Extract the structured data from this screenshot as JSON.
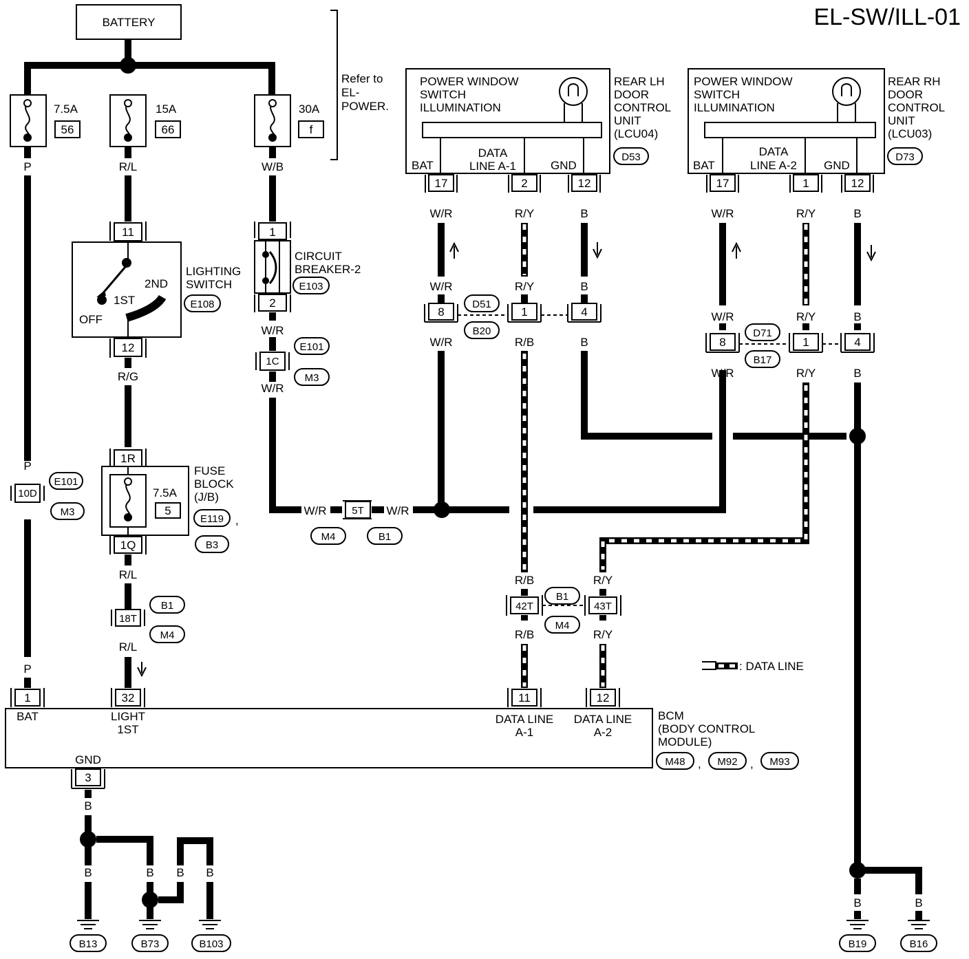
{
  "diagram_id": "EL-SW/ILL-01",
  "battery": "BATTERY",
  "refer_note": [
    "Refer to",
    "EL-",
    "POWER."
  ],
  "fuses": [
    {
      "amp": "7.5A",
      "no": "56",
      "wire": "P"
    },
    {
      "amp": "15A",
      "no": "66",
      "wire": "R/L"
    },
    {
      "amp": "30A",
      "no": "f",
      "wire": "W/B"
    }
  ],
  "lighting_switch": {
    "name": [
      "LIGHTING",
      "SWITCH"
    ],
    "connector": "E108",
    "pin_in": "11",
    "pin_out": "12",
    "pos_off": "OFF",
    "pos_1st": "1ST",
    "pos_2nd": "2ND",
    "wire_out": "R/G"
  },
  "circuit_breaker": {
    "name": [
      "CIRCUIT",
      "BREAKER-2"
    ],
    "connector": "E103",
    "pin_in": "1",
    "pin_out": "2",
    "wire": "W/R"
  },
  "conn_1c": {
    "pin": "1C",
    "c1": "E101",
    "c2": "M3",
    "wire": "W/R"
  },
  "fuse_block": {
    "name": [
      "FUSE",
      "BLOCK",
      "(J/B)"
    ],
    "amp": "7.5A",
    "no": "5",
    "pin_in": "1R",
    "pin_out": "1Q",
    "c1": "E119",
    "c2": "B3",
    "comma": ",",
    "wire_out": "R/L"
  },
  "conn_10d": {
    "pin": "10D",
    "c1": "E101",
    "c2": "M3",
    "wire_top": "P",
    "wire_bottom": "P"
  },
  "conn_18t": {
    "pin": "18T",
    "c1": "B1",
    "c2": "M4",
    "wire": "R/L"
  },
  "conn_5t": {
    "pin": "5T",
    "c1": "M4",
    "c2": "B1",
    "wire_left": "W/R",
    "wire_right": "W/R"
  },
  "lh_unit": {
    "title": [
      "POWER WINDOW",
      "SWITCH",
      "ILLUMINATION"
    ],
    "name": [
      "REAR LH",
      "DOOR",
      "CONTROL",
      "UNIT",
      "(LCU04)"
    ],
    "connector": "D53",
    "bat": "BAT",
    "data": [
      "DATA",
      "LINE A-1"
    ],
    "gnd": "GND",
    "pins": [
      "17",
      "2",
      "12"
    ],
    "wires": [
      "W/R",
      "R/Y",
      "B"
    ]
  },
  "rh_unit": {
    "title": [
      "POWER WINDOW",
      "SWITCH",
      "ILLUMINATION"
    ],
    "name": [
      "REAR RH",
      "DOOR",
      "CONTROL",
      "UNIT",
      "(LCU03)"
    ],
    "connector": "D73",
    "bat": "BAT",
    "data": [
      "DATA",
      "LINE A-2"
    ],
    "gnd": "GND",
    "pins": [
      "17",
      "1",
      "12"
    ],
    "wires": [
      "W/R",
      "R/Y",
      "B"
    ]
  },
  "lh_joint": {
    "c1": "D51",
    "c2": "B20",
    "pins": [
      "8",
      "1",
      "4"
    ],
    "wires_above": [
      "W/R",
      "R/Y",
      "B"
    ],
    "wires_below": [
      "W/R",
      "R/B",
      "B"
    ]
  },
  "rh_joint": {
    "c1": "D71",
    "c2": "B17",
    "pins": [
      "8",
      "1",
      "4"
    ],
    "wires_above": [
      "W/R",
      "R/Y",
      "B"
    ],
    "wires_below": [
      "W/R",
      "R/Y",
      "B"
    ]
  },
  "bcm_joint": {
    "c1": "B1",
    "c2": "M4",
    "pins": [
      "42T",
      "43T"
    ],
    "wires_above": [
      "R/B",
      "R/Y"
    ],
    "wires_below": [
      "R/B",
      "R/Y"
    ]
  },
  "bcm": {
    "name": [
      "BCM",
      "(BODY CONTROL",
      "MODULE)"
    ],
    "connectors": [
      "M48",
      "M92",
      "M93"
    ],
    "sep": ",",
    "pins": [
      "1",
      "32",
      "11",
      "12",
      "3"
    ],
    "bat": "BAT",
    "light": [
      "LIGHT",
      "1ST"
    ],
    "data1": [
      "DATA LINE",
      "A-1"
    ],
    "data2": [
      "DATA LINE",
      "A-2"
    ],
    "gnd": "GND",
    "wire_p": "P",
    "wire_rl": "R/L",
    "wire_rb": "R/B",
    "wire_ry": "R/Y"
  },
  "legend": {
    "text": ": DATA LINE"
  },
  "grounds": {
    "wire": "B",
    "left": [
      "B13",
      "B73",
      "B103"
    ],
    "right": [
      "B19",
      "B16"
    ]
  }
}
